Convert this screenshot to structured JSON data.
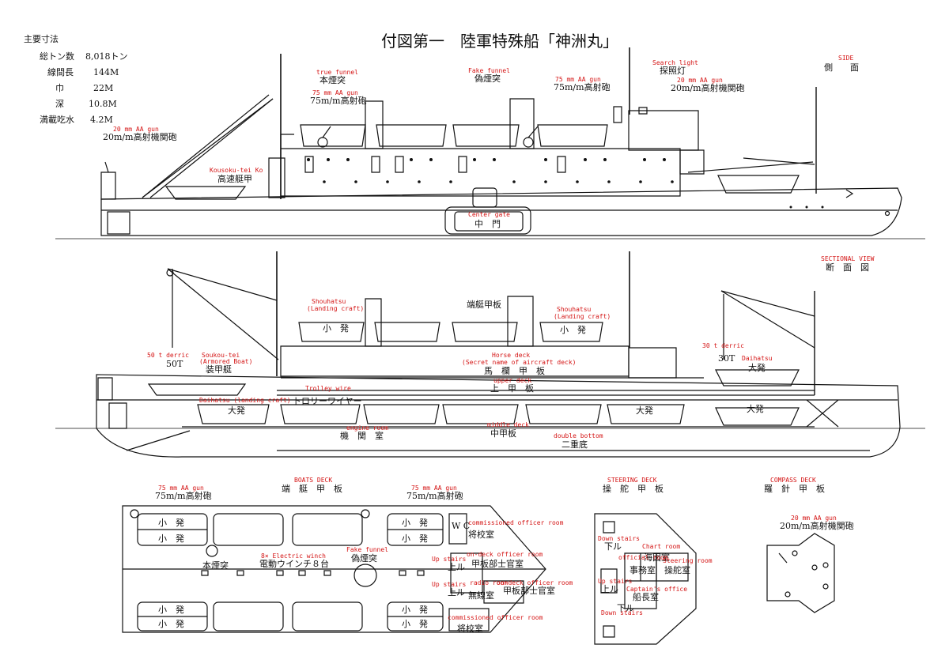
{
  "title": "付図第一　陸軍特殊船「神洲丸」",
  "specs": {
    "heading": "主要寸法",
    "rows": [
      {
        "k": "総トン数",
        "v": "8,018トン"
      },
      {
        "k": "線間長",
        "v": "144M"
      },
      {
        "k": "巾",
        "v": "22M"
      },
      {
        "k": "深",
        "v": "10.8M"
      },
      {
        "k": "満載吃水",
        "v": "4.2M"
      }
    ]
  },
  "side": {
    "en_title": "SIDE",
    "jp_title": "側　　面",
    "labels": {
      "aa20_bow_en": "20 mm AA gun",
      "aa20_bow_jp": "20m/m高射機関砲",
      "kousoku_en": "Kousoku-tei Ko",
      "kousoku_jp": "高速艇甲",
      "true_funnel_en": "true funnel",
      "true_funnel_jp": "本煙突",
      "aa75_a_en": "75 mm AA gun",
      "aa75_a_jp": "75m/m高射砲",
      "fake_funnel_en": "Fake funnel",
      "fake_funnel_jp": "偽煙突",
      "aa75_b_en": "75 mm AA gun",
      "aa75_b_jp": "75m/m高射砲",
      "search_en": "Search light",
      "search_jp": "探照灯",
      "aa20_bridge_en": "20 mm AA gun",
      "aa20_bridge_jp": "20m/m高射機関砲",
      "center_gate_en": "Center gate",
      "center_gate_jp": "中　門"
    }
  },
  "section": {
    "en_title": "SECTIONAL VIEW",
    "jp_title": "断　面　図",
    "labels": {
      "derrick50_en": "50 t derric",
      "derrick50_jp": "50T",
      "soukou_en": "Soukou-tei",
      "soukou_en2": "(Armored Boat)",
      "soukou_jp": "装甲艇",
      "shouhatsu_a_en": "Shouhatsu",
      "shouhatsu_a_en2": "(Landing craft)",
      "boat_deck_jp": "端艇甲板",
      "shouhatsu_b_en": "Shouhatsu",
      "shouhatsu_b_en2": "(Landing craft)",
      "shouhatsu_jp_a": "小　発",
      "shouhatsu_jp_b": "小　発",
      "horse_en": "Horse deck",
      "horse_en2": "(Secret name of aircraft deck)",
      "horse_jp": "馬　欄　甲　板",
      "upper_en": "upper deck",
      "upper_jp": "上　甲　板",
      "trolley_en": "Trolley wire",
      "trolley_jp": "トロリーワイヤー",
      "daihatsu_lc_en": "Daihatsu (landing craft)",
      "daihatsu_jp_a": "大発",
      "daihatsu_jp_b": "大発",
      "daihatsu_jp_c": "大発",
      "daihatsu_jp_d": "大発",
      "engine_en": "engine room",
      "engine_jp": "機　関　室",
      "middle_en": "middle deck",
      "middle_jp": "中甲板",
      "double_en": "double bottom",
      "double_jp": "二重底",
      "derrick30_en": "30 t derric",
      "derrick30_jp": "30T",
      "daihatsu_en": "Daihatsu"
    }
  },
  "boats_deck": {
    "en_title": "BOATS DECK",
    "jp_title": "端　艇　甲　板",
    "labels": {
      "aa75_l_en": "75 mm AA gun",
      "aa75_l_jp": "75m/m高射砲",
      "aa75_r_en": "75 mm AA gun",
      "aa75_r_jp": "75m/m高射砲",
      "shou": "小　発",
      "true_funnel_jp": "本煙突",
      "winch_en": "8× Electric winch",
      "winch_jp": "電動ウインチ８台",
      "fake_funnel_en": "Fake funnel",
      "fake_funnel_jp": "偽煙突",
      "wc": "W C",
      "comm_top_en": "commissioned officer room",
      "comm_top_jp": "将校室",
      "up_stairs_en": "Up stairs",
      "up_stairs_jp": "上ル",
      "on_deck_en": "on-deck officer room",
      "on_deck_jp": "甲板部士官室",
      "radio_en": "radio room",
      "radio_jp": "無線室",
      "up_stairs2_en": "Up stairs",
      "up_stairs2_jp": "上ル",
      "on_deck2_en": "on-deck officer room",
      "on_deck2_jp": "甲板部士官室",
      "comm_bot_en": "commissioned officer room",
      "comm_bot_jp": "将校室"
    }
  },
  "steering_deck": {
    "en_title": "STEERING DECK",
    "jp_title": "操　舵　甲　板",
    "labels": {
      "down_top_en": "Down stairs",
      "down_top_jp": "下ル",
      "chart_en": "Chart room",
      "chart_jp": "海図室",
      "official_en": "official room",
      "official_jp": "事務室",
      "steer_en": "Steering room",
      "steer_jp": "操舵室",
      "up_en": "Up stairs",
      "up_jp": "上ル",
      "captain_en": "Captain's office",
      "captain_jp": "船長室",
      "down_bot_jp": "下ル",
      "down_bot_en": "Down stairs"
    }
  },
  "compass_deck": {
    "en_title": "COMPASS DECK",
    "jp_title": "羅　針　甲　板",
    "labels": {
      "aa20_en": "20 mm AA gun",
      "aa20_jp": "20m/m高射機関砲"
    }
  }
}
